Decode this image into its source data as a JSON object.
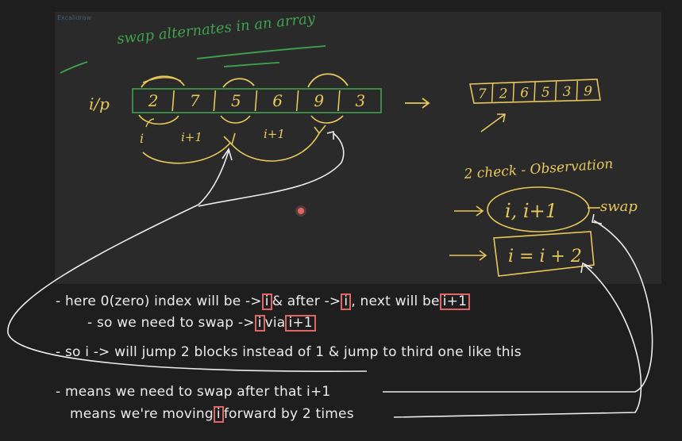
{
  "board": {
    "corner_label": "Excalidraw",
    "title": "swap alternates in an array",
    "input_label": "i/p",
    "array": [
      "2",
      "7",
      "5",
      "6",
      "9",
      "3"
    ],
    "loop_labels": [
      "i",
      "i+1",
      "i+1"
    ],
    "output_array": [
      "7",
      "2",
      "6",
      "5",
      "3",
      "9"
    ],
    "observation_heading": "2 check - Observation",
    "observation_1": "i, i+1",
    "observation_1_action": "swap",
    "observation_2": "i = i + 2"
  },
  "notes": {
    "line1_prefix": "- here 0(zero) index will be ->",
    "line1_box1": "i",
    "line1_mid": "& after ->",
    "line1_box2": "i",
    "line1_mid2": ", next will be",
    "line1_box3": "i+1",
    "line2_prefix": "- so we need to swap ->",
    "line2_box1": "i",
    "line2_mid": "via",
    "line2_box2": "i+1",
    "line3": "- so i -> will jump 2 blocks instead of 1 & jump to third one like this",
    "line4": "- means we need to swap after that i+1",
    "line5_prefix": "means we're moving",
    "line5_box": "i",
    "line5_suffix": "forward by 2 times"
  },
  "colors": {
    "background": "#1e1e1e",
    "board": "#2a2a2a",
    "green": "#3fa34d",
    "yellow": "#e8c85a",
    "white": "#ececec",
    "red": "#e06666"
  }
}
